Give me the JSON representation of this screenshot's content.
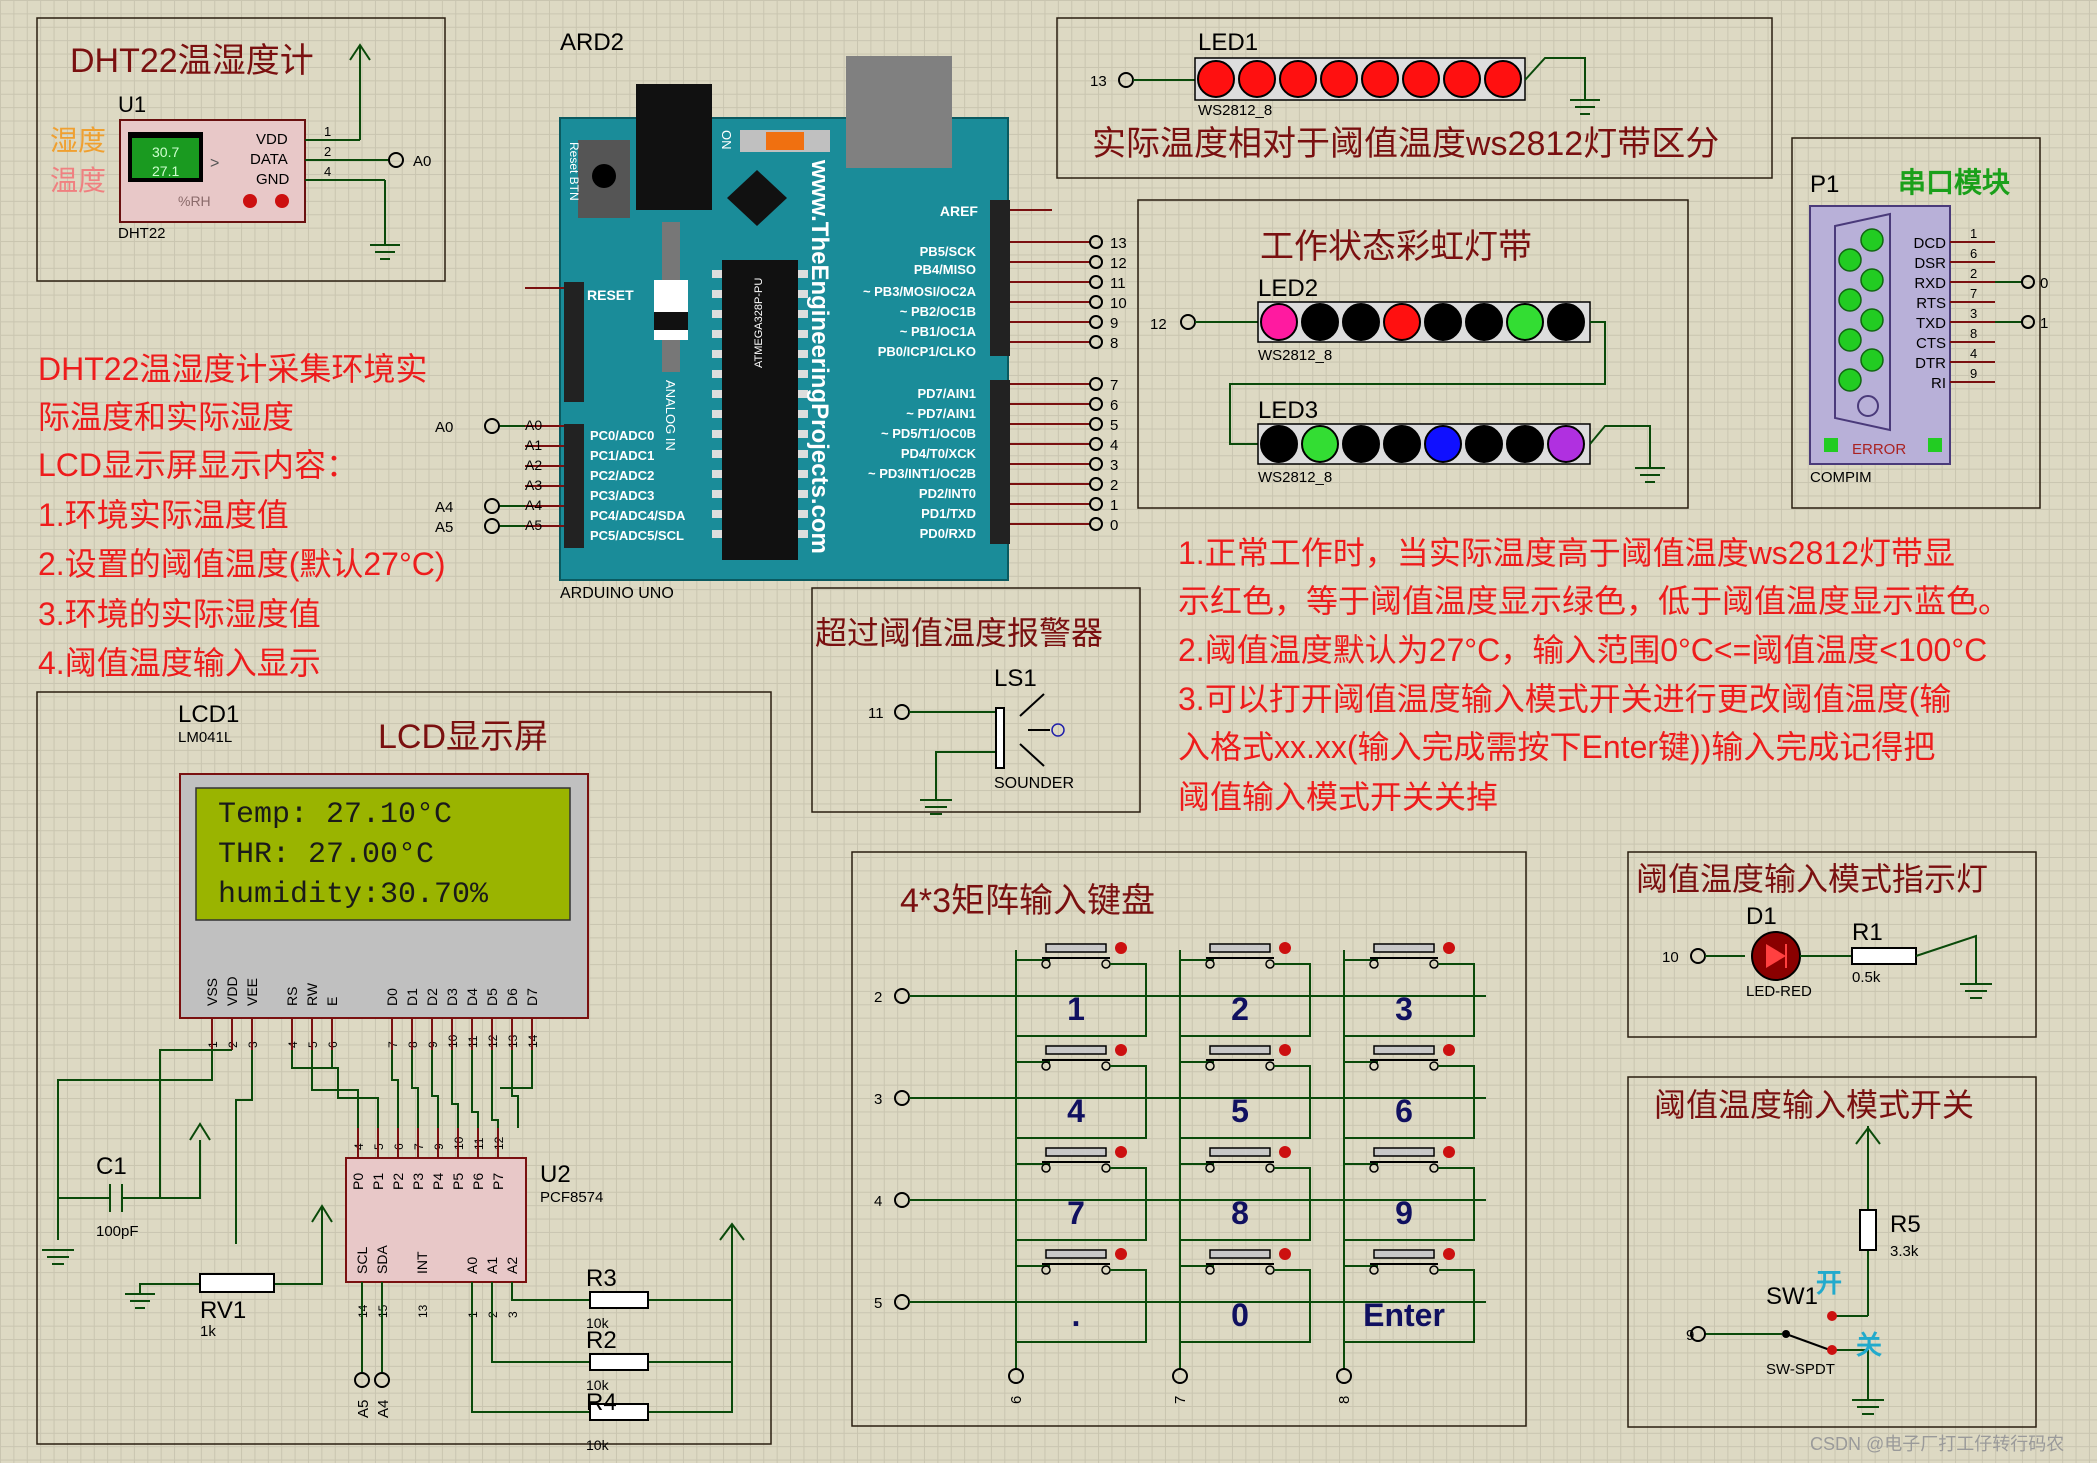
{
  "dht": {
    "title": "DHT22温湿度计",
    "ref": "U1",
    "part": "DHT22",
    "label_humidity": "湿度",
    "label_temp": "温度",
    "reading_top": "30.7",
    "reading_bottom": "27.1",
    "unit": "%RH",
    "pins": [
      "VDD",
      "DATA",
      "GND"
    ],
    "pin_nums": [
      "1",
      "2",
      "4"
    ],
    "net": "A0"
  },
  "arduino": {
    "ref": "ARD2",
    "part": "ARDUINO UNO",
    "site": "www.TheEngineeringProjects.com",
    "chip": "ATMEGA328P-PU",
    "reset_btn": "Reset BTN",
    "on": "ON",
    "aref": "AREF",
    "reset": "RESET",
    "analog_in": "ANALOG IN",
    "left_pins": [
      "PC0/ADC0",
      "PC1/ADC1",
      "PC2/ADC2",
      "PC3/ADC3",
      "PC4/ADC4/SDA",
      "PC5/ADC5/SCL"
    ],
    "left_nums": [
      "A0",
      "A1",
      "A2",
      "A3",
      "A4",
      "A5"
    ],
    "right_pins_top": [
      "PB5/SCK",
      "PB4/MISO",
      "~ PB3/MOSI/OC2A",
      "~ PB2/OC1B",
      "~ PB1/OC1A",
      "PB0/ICP1/CLKO"
    ],
    "right_nums_top": [
      "13",
      "12",
      "11",
      "10",
      "9",
      "8"
    ],
    "right_pins_bottom": [
      "PD7/AIN1",
      "~ PD7/AIN1",
      "~ PD5/T1/OC0B",
      "PD4/T0/XCK",
      "~ PD3/INT1/OC2B",
      "PD2/INT0",
      "PD1/TXD",
      "PD0/RXD"
    ],
    "right_nums_bottom": [
      "7",
      "6",
      "5",
      "4",
      "3",
      "2",
      "1",
      "0"
    ],
    "a0_label": "A0",
    "a4_label": "A4",
    "a5_label": "A5"
  },
  "desc_left": [
    "DHT22温湿度计采集环境实",
    "际温度和实际湿度",
    "LCD显示屏显示内容：",
    "1.环境实际温度值",
    "2.设置的阈值温度(默认27°C)",
    "3.环境的实际湿度值",
    "4.阈值温度输入显示"
  ],
  "led1": {
    "ref": "LED1",
    "part": "WS2812_8",
    "net": "13",
    "caption": "实际温度相对于阈值温度ws2812灯带区分",
    "colors": [
      "#ff1010",
      "#ff1010",
      "#ff1010",
      "#ff1010",
      "#ff1010",
      "#ff1010",
      "#ff1010",
      "#ff1010"
    ]
  },
  "rainbow": {
    "title": "工作状态彩虹灯带",
    "led2_ref": "LED2",
    "led3_ref": "LED3",
    "part": "WS2812_8",
    "net": "12",
    "led2_colors": [
      "#ff1aa0",
      "#000000",
      "#000000",
      "#ff1010",
      "#000000",
      "#000000",
      "#33dd33",
      "#000000"
    ],
    "led3_colors": [
      "#000000",
      "#33dd33",
      "#000000",
      "#000000",
      "#1010ff",
      "#000000",
      "#000000",
      "#b030e0"
    ]
  },
  "serial": {
    "ref": "P1",
    "title": "串口模块",
    "part": "COMPIM",
    "error": "ERROR",
    "pins": [
      "DCD",
      "DSR",
      "RXD",
      "RTS",
      "TXD",
      "CTS",
      "DTR",
      "RI"
    ],
    "nums": [
      "1",
      "6",
      "2",
      "7",
      "3",
      "8",
      "4",
      "9"
    ],
    "net_rxd": "0",
    "net_txd": "1"
  },
  "desc_right": [
    "1.正常工作时，当实际温度高于阈值温度ws2812灯带显",
    "示红色，等于阈值温度显示绿色，低于阈值温度显示蓝色。",
    "2.阈值温度默认为27°C，输入范围0°C<=阈值温度<100°C",
    "3.可以打开阈值温度输入模式开关进行更改阈值温度(输",
    "入格式xx.xx(输入完成需按下Enter键))输入完成记得把",
    "阈值输入模式开关关掉"
  ],
  "buzzer": {
    "title": "超过阈值温度报警器",
    "ref": "LS1",
    "part": "SOUNDER",
    "net": "11"
  },
  "lcd": {
    "title": "LCD显示屏",
    "ref": "LCD1",
    "part": "LM041L",
    "lines": [
      "Temp:   27.10°C",
      "THR:    27.00°C",
      "humidity:30.70%"
    ],
    "pins": [
      "VSS",
      "VDD",
      "VEE",
      "RS",
      "RW",
      "E",
      "D0",
      "D1",
      "D2",
      "D3",
      "D4",
      "D5",
      "D6",
      "D7"
    ],
    "nums": [
      "1",
      "2",
      "3",
      "4",
      "5",
      "6",
      "7",
      "8",
      "9",
      "10",
      "11",
      "12",
      "13",
      "14"
    ]
  },
  "cap": {
    "ref": "C1",
    "value": "100pF"
  },
  "pot": {
    "ref": "RV1",
    "value": "1k"
  },
  "pcf": {
    "ref": "U2",
    "part": "PCF8574",
    "top_pins": [
      "P0",
      "P1",
      "P2",
      "P3",
      "P4",
      "P5",
      "P6",
      "P7"
    ],
    "top_nums": [
      "4",
      "5",
      "6",
      "7",
      "9",
      "10",
      "11",
      "12"
    ],
    "bottom_pins": [
      "SCL",
      "SDA",
      "INT",
      "A0",
      "A1",
      "A2"
    ],
    "bottom_nums": [
      "14",
      "15",
      "13",
      "1",
      "2",
      "3"
    ],
    "net_a5": "A5",
    "net_a4": "A4"
  },
  "resistors": [
    {
      "ref": "R3",
      "value": "10k"
    },
    {
      "ref": "R2",
      "value": "10k"
    },
    {
      "ref": "R4",
      "value": "10k"
    }
  ],
  "keypad": {
    "title": "4*3矩阵输入键盘",
    "keys": [
      "1",
      "2",
      "3",
      "4",
      "5",
      "6",
      "7",
      "8",
      "9",
      ".",
      "0",
      "Enter"
    ],
    "row_nets": [
      "2",
      "3",
      "4",
      "5"
    ],
    "col_nets": [
      "6",
      "7",
      "8"
    ]
  },
  "indicator": {
    "title": "阈值温度输入模式指示灯",
    "d_ref": "D1",
    "d_part": "LED-RED",
    "r_ref": "R1",
    "r_value": "0.5k",
    "net": "10"
  },
  "switch": {
    "title": "阈值温度输入模式开关",
    "r_ref": "R5",
    "r_value": "3.3k",
    "sw_ref": "SW1",
    "sw_part": "SW-SPDT",
    "on": "开",
    "off": "关",
    "net": "9"
  },
  "watermark": "CSDN @电子厂打工仔转行码农"
}
